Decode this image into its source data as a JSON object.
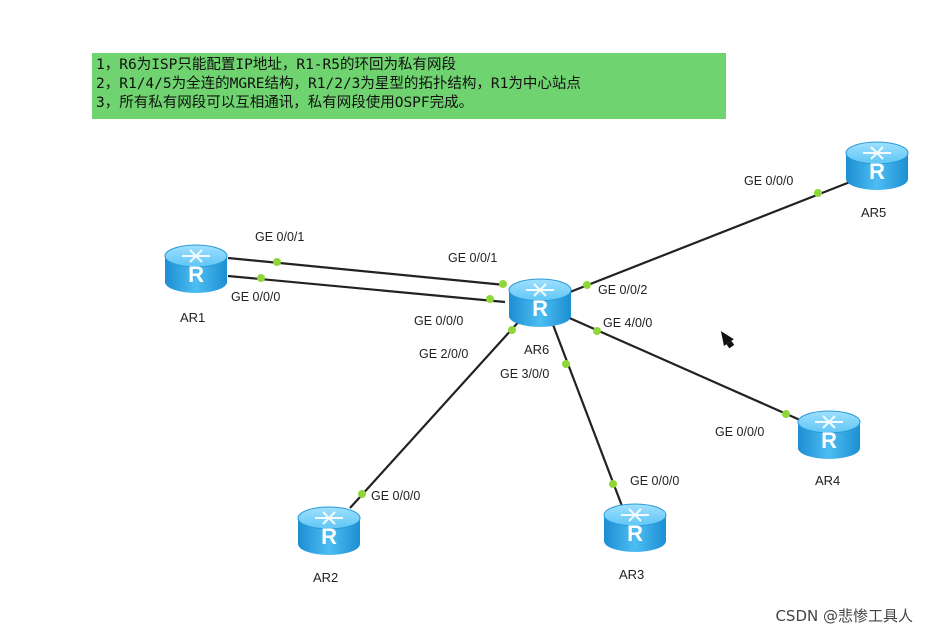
{
  "notes": [
    "1，R6为ISP只能配置IP地址，R1-R5的环回为私有网段",
    "2，R1/4/5为全连的MGRE结构，R1/2/3为星型的拓扑结构，R1为中心站点",
    "3，所有私有网段可以互相通讯，私有网段使用OSPF完成。"
  ],
  "routers": {
    "ar1": "AR1",
    "ar2": "AR2",
    "ar3": "AR3",
    "ar4": "AR4",
    "ar5": "AR5",
    "ar6": "AR6"
  },
  "ports": {
    "ar1_g001": "GE 0/0/1",
    "ar1_g000": "GE 0/0/0",
    "ar6_g001": "GE 0/0/1",
    "ar6_g000": "GE 0/0/0",
    "ar6_g002": "GE 0/0/2",
    "ar6_g400": "GE 4/0/0",
    "ar6_g200": "GE 2/0/0",
    "ar6_g300": "GE 3/0/0",
    "ar5_g000": "GE 0/0/0",
    "ar4_g000": "GE 0/0/0",
    "ar2_g000": "GE 0/0/0",
    "ar3_g000": "GE 0/0/0"
  },
  "colors": {
    "note_background": "#6fd36f",
    "router_body": "#3aaee8",
    "link_endpoint": "#8ed63a"
  },
  "watermark": "CSDN @悲惨工具人"
}
